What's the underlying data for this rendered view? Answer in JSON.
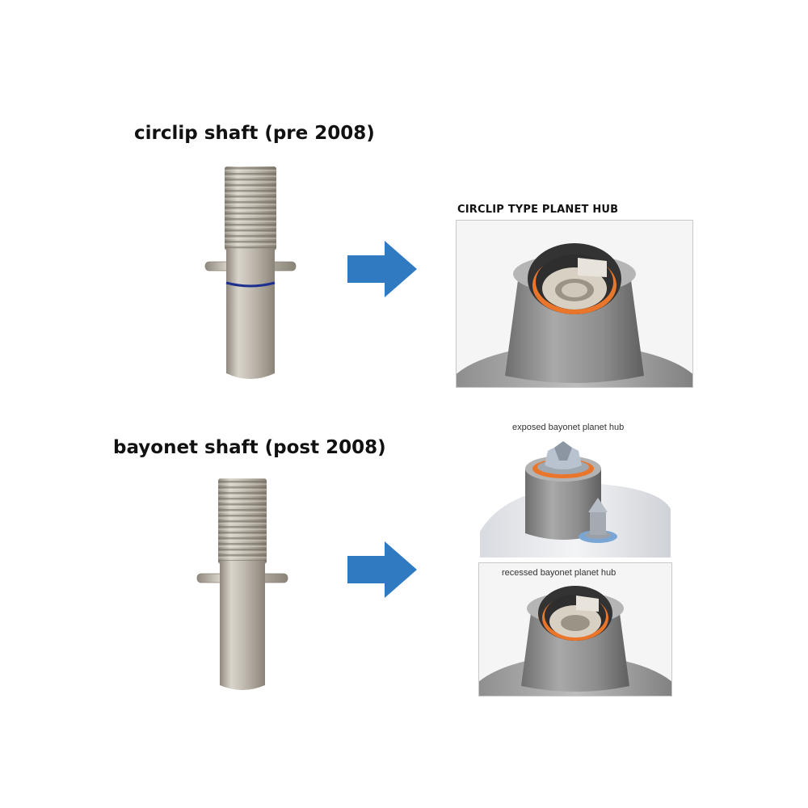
{
  "top_section": {
    "title": "circlip shaft (pre 2008)",
    "panel_title": "CIRCLIP TYPE PLANET HUB"
  },
  "bottom_section": {
    "title": "bayonet shaft (post 2008)",
    "exposed_caption": "exposed bayonet planet hub",
    "recessed_caption": "recessed bayonet planet hub"
  },
  "colors": {
    "arrow": "#2f7ac0",
    "circlip": "#1c2f8f",
    "orange_ring": "#e9762b",
    "metal": "#c9c3b9"
  }
}
